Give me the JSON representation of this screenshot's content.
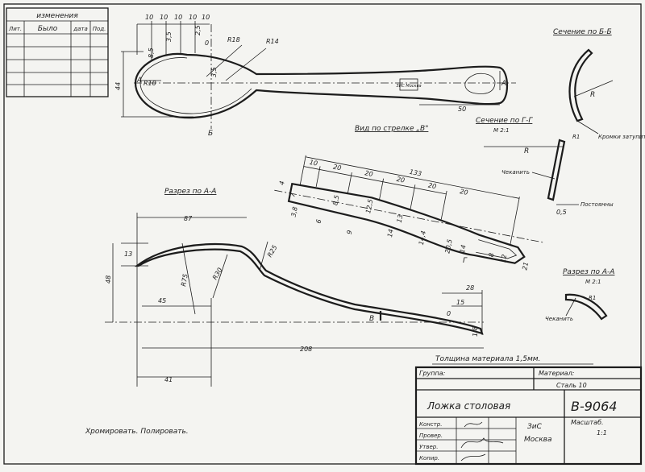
{
  "revision_table": {
    "title": "изменения",
    "headers": [
      "Лит.",
      "Было",
      "дата",
      "Под."
    ]
  },
  "spoon_top": {
    "dims": [
      "10",
      "10",
      "10",
      "10",
      "10",
      "8,5",
      "3,5",
      "2,5",
      "0",
      "R18",
      "R14",
      "R10",
      "44",
      "3,5",
      "50",
      "А",
      "А",
      "Б"
    ],
    "mark": "ЗИС Москва"
  },
  "section_bb": {
    "title": "Сечение по Б-Б",
    "radius": "R",
    "note": "Кромки затупить"
  },
  "view_b": {
    "title": "Вид по стрелке „В\""
  },
  "section_gg": {
    "title": "Сечение по Г-Г",
    "scale": "М 2:1",
    "r1": "R1",
    "r": "R",
    "emboss": "Чеканить",
    "const": "Постоянны",
    "dim": "0,5"
  },
  "handle_view": {
    "dims": [
      "133",
      "10",
      "20",
      "20",
      "20",
      "20",
      "20",
      "4",
      "7",
      "3,8",
      "8,5",
      "6",
      "9",
      "12,5",
      "14",
      "13",
      "14,4",
      "20,5",
      "14",
      "8",
      "12",
      "21"
    ],
    "g_letter": "Г"
  },
  "section_aa": {
    "title": "Разрез по А-А",
    "dims": [
      "87",
      "13",
      "48",
      "R75",
      "R30",
      "R25",
      "45",
      "208",
      "41",
      "28",
      "15",
      "0",
      "1,8",
      "В"
    ]
  },
  "section_aa_detail": {
    "title": "Разрез по А-А",
    "scale": "М 2:1",
    "r1": "R1",
    "emboss": "Чеканить"
  },
  "material_note": "Толщина материала 1,5мм.",
  "title_block": {
    "group_label": "Группа:",
    "material_label": "Материал:",
    "material": "Сталь 10",
    "part_name": "Ложка столовая",
    "part_number": "В-9064",
    "roles": [
      "Констр.",
      "Провер.",
      "Утвер.",
      "Копир."
    ],
    "org": "ЗиС",
    "city": "Москва",
    "scale_label": "Масштаб.",
    "scale": "1:1"
  },
  "finish_note": "Хромировать. Полировать."
}
